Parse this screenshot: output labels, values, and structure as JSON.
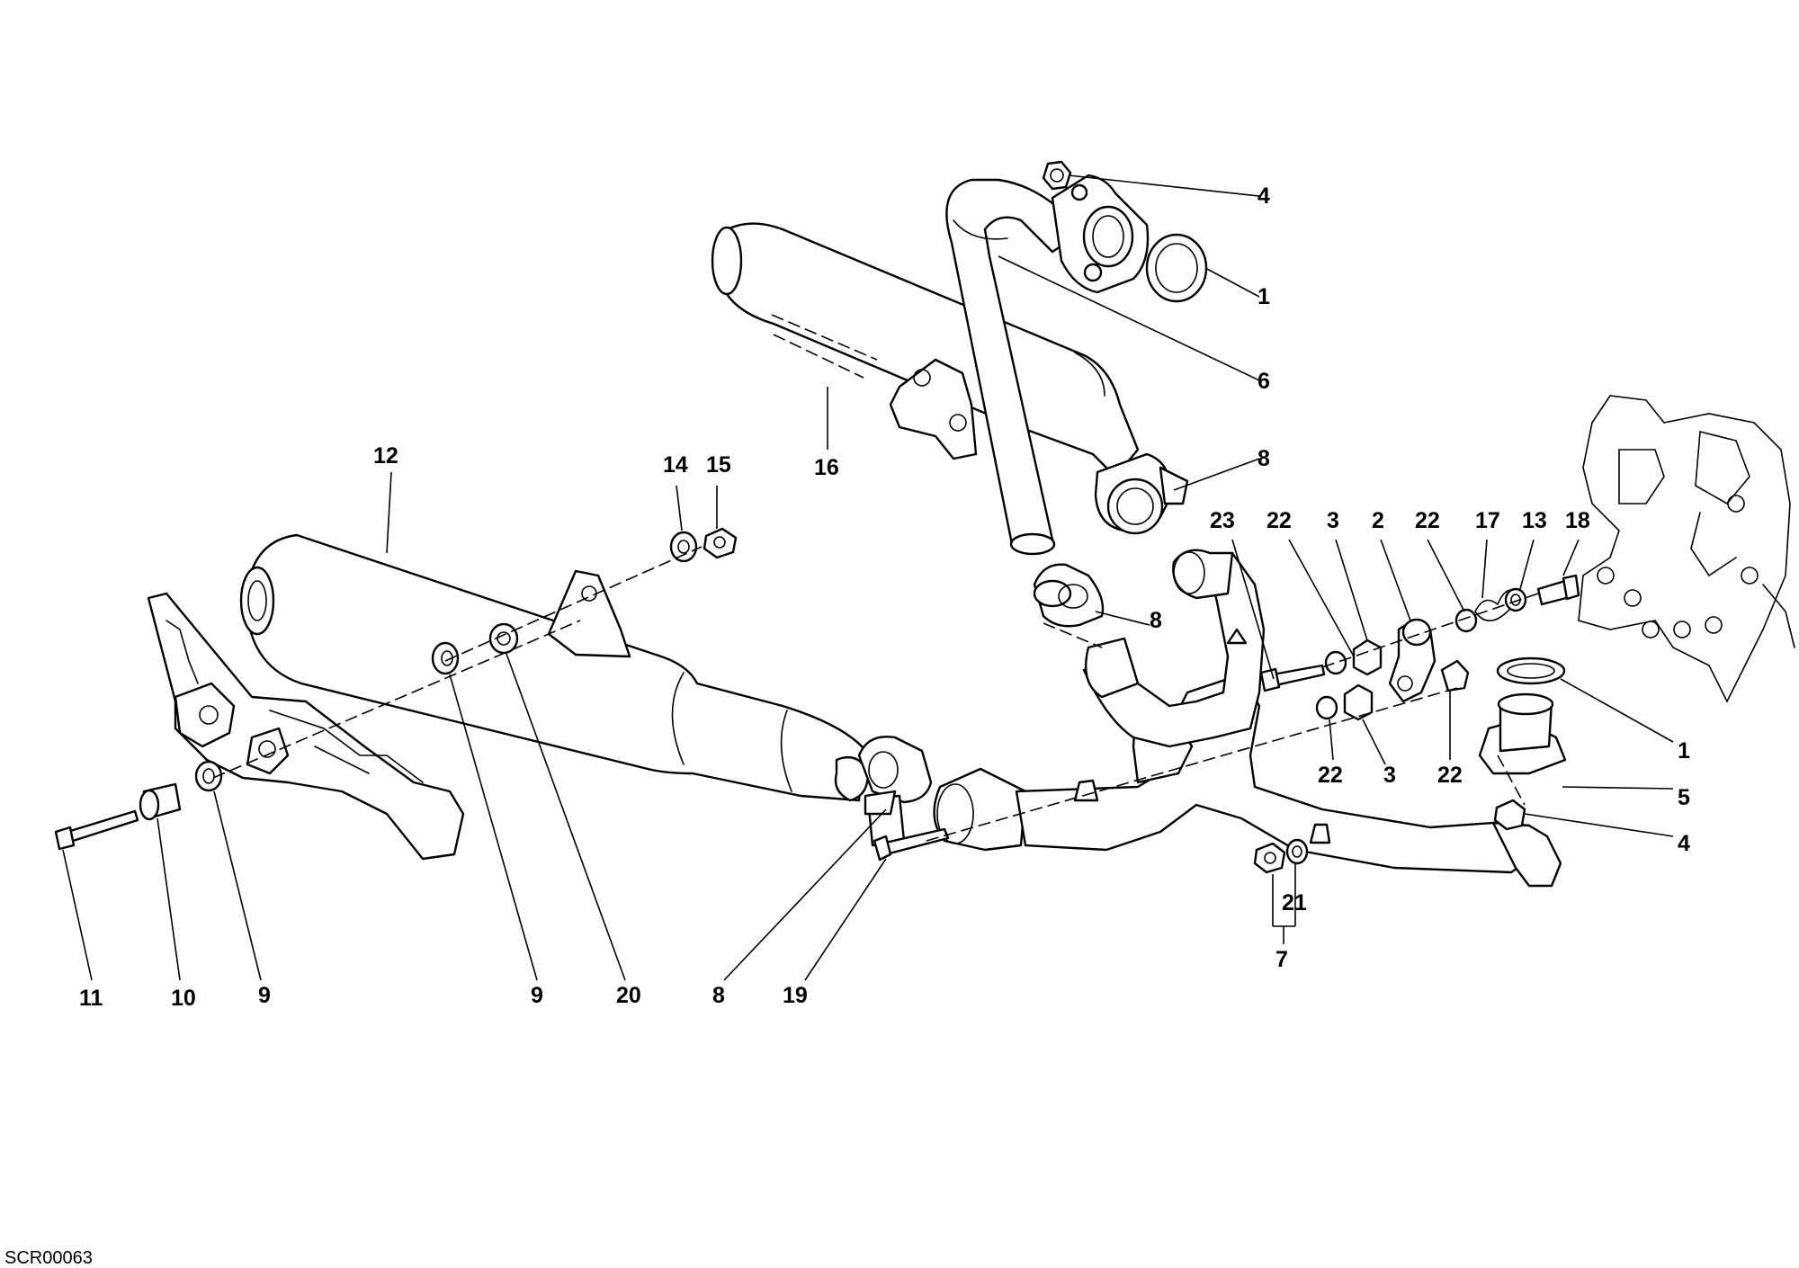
{
  "drawing_code": "SCR00063",
  "callouts": [
    {
      "id": "c4a",
      "text": "4"
    },
    {
      "id": "c1a",
      "text": "1"
    },
    {
      "id": "c6",
      "text": "6"
    },
    {
      "id": "c8a",
      "text": "8"
    },
    {
      "id": "c16",
      "text": "16"
    },
    {
      "id": "c12",
      "text": "12"
    },
    {
      "id": "c14",
      "text": "14"
    },
    {
      "id": "c15",
      "text": "15"
    },
    {
      "id": "c8b",
      "text": "8"
    },
    {
      "id": "c23",
      "text": "23"
    },
    {
      "id": "c22a",
      "text": "22"
    },
    {
      "id": "c3a",
      "text": "3"
    },
    {
      "id": "c2",
      "text": "2"
    },
    {
      "id": "c22b",
      "text": "22"
    },
    {
      "id": "c17",
      "text": "17"
    },
    {
      "id": "c13",
      "text": "13"
    },
    {
      "id": "c18",
      "text": "18"
    },
    {
      "id": "c22c",
      "text": "22"
    },
    {
      "id": "c3b",
      "text": "3"
    },
    {
      "id": "c22d",
      "text": "22"
    },
    {
      "id": "c1b",
      "text": "1"
    },
    {
      "id": "c5",
      "text": "5"
    },
    {
      "id": "c4b",
      "text": "4"
    },
    {
      "id": "c21",
      "text": "21"
    },
    {
      "id": "c7",
      "text": "7"
    },
    {
      "id": "c11",
      "text": "11"
    },
    {
      "id": "c10",
      "text": "10"
    },
    {
      "id": "c9a",
      "text": "9"
    },
    {
      "id": "c9b",
      "text": "9"
    },
    {
      "id": "c20",
      "text": "20"
    },
    {
      "id": "c8c",
      "text": "8"
    },
    {
      "id": "c19",
      "text": "19"
    }
  ]
}
